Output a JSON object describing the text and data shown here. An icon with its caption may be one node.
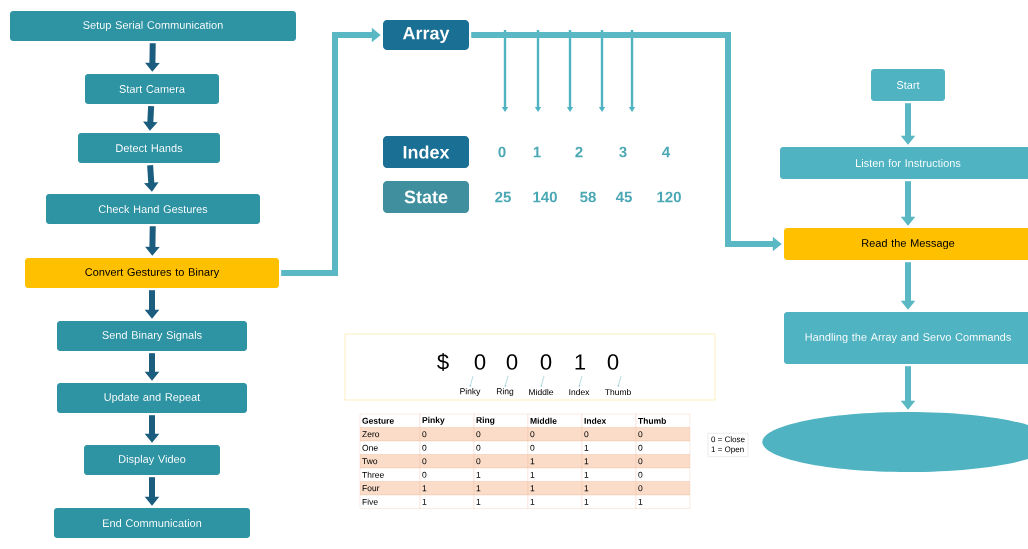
{
  "diagram": {
    "nodes": [
      {
        "text": [
          "Setup Serial Communication"
        ]
      },
      {
        "text": [
          "Start Camera"
        ]
      },
      {
        "text": [
          "Detect Hands"
        ]
      },
      {
        "text": [
          "Check Hand Gestures"
        ]
      },
      {
        "text": [
          "Convert Gestures to Binary"
        ]
      },
      {
        "text": [
          "Send Binary Signals"
        ]
      },
      {
        "text": [
          "Update and Repeat"
        ]
      },
      {
        "text": [
          "Display Video"
        ]
      },
      {
        "text": [
          "End Communication"
        ]
      },
      {
        "text": [
          "Array"
        ]
      },
      {
        "text": [
          "Index"
        ]
      },
      {
        "text": [
          "State"
        ]
      },
      {
        "text": [
          "Start"
        ]
      },
      {
        "text": [
          "Listen for Instructions"
        ]
      },
      {
        "text": [
          "Read the Message"
        ]
      },
      {
        "text": [
          "Handling the Array and Servo Commands"
        ]
      },
      {
        "text": [],
        "shape": "ellipse"
      },
      {
        "text": [
          "$",
          "0",
          "0",
          "0",
          "1",
          "0",
          "Pinky",
          "Ring",
          "Middle",
          "Index",
          "Thumb"
        ]
      },
      {
        "text": [
          "0 = Close",
          "1 = Open"
        ]
      }
    ],
    "edges": [
      {
        "from": 0,
        "to": 1,
        "arrow": "to"
      },
      {
        "from": 1,
        "to": 2,
        "arrow": "to"
      },
      {
        "from": 2,
        "to": 3,
        "arrow": "to"
      },
      {
        "from": 3,
        "to": 4,
        "arrow": "to"
      },
      {
        "from": 4,
        "to": 5,
        "arrow": "to"
      },
      {
        "from": 5,
        "to": 6,
        "arrow": "to"
      },
      {
        "from": 6,
        "to": 7,
        "arrow": "to"
      },
      {
        "from": 7,
        "to": 8,
        "arrow": "to"
      },
      {
        "from": 4,
        "to": 9,
        "arrow": "to",
        "color": "#5ab8c4"
      },
      {
        "from": 9,
        "to": 14,
        "arrow": "to",
        "color": "#5ab8c4"
      },
      {
        "from": 12,
        "to": 13,
        "arrow": "to",
        "color": "#5ab8c4"
      },
      {
        "from": 13,
        "to": 14,
        "arrow": "to",
        "color": "#5ab8c4"
      },
      {
        "from": 14,
        "to": 15,
        "arrow": "to",
        "color": "#5ab8c4"
      },
      {
        "from": 15,
        "to": 16,
        "arrow": "to",
        "color": "#5ab8c4"
      }
    ],
    "labels": [
      "0",
      "1",
      "2",
      "3",
      "4",
      "25",
      "140",
      "58",
      "45",
      "120",
      "Gesture",
      "Pinky",
      "Ring",
      "Middle",
      "Index",
      "Thumb",
      "Zero",
      "0",
      "0",
      "0",
      "0",
      "0",
      "One",
      "0",
      "0",
      "0",
      "1",
      "0",
      "Two",
      "0",
      "0",
      "1",
      "1",
      "0",
      "Three",
      "0",
      "1",
      "1",
      "1",
      "0",
      "Four",
      "1",
      "1",
      "1",
      "1",
      "0",
      "Five",
      "1",
      "1",
      "1",
      "1",
      "1"
    ]
  }
}
